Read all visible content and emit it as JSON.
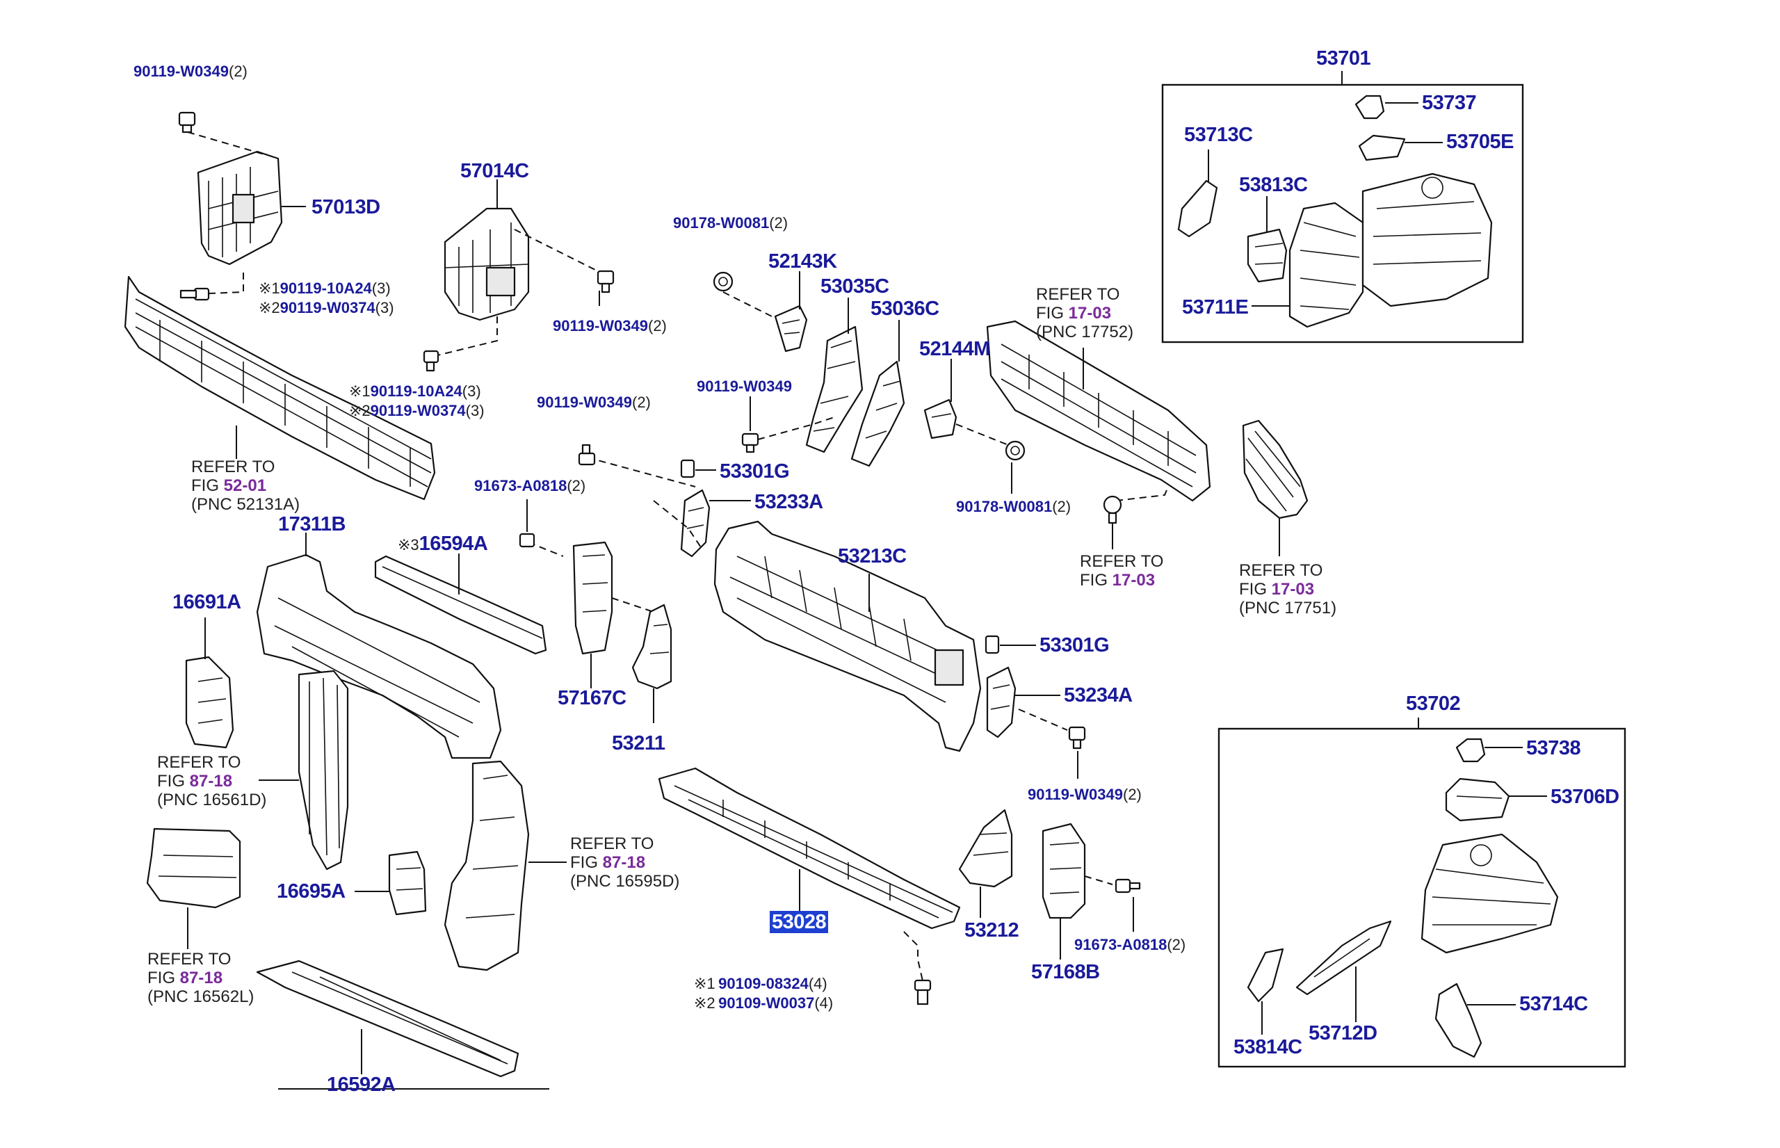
{
  "labels": {
    "p53701": "53701",
    "p53737": "53737",
    "p53713C": "53713C",
    "p53705E": "53705E",
    "p53813C": "53813C",
    "p53711E": "53711E",
    "p53702": "53702",
    "p53738": "53738",
    "p53706D": "53706D",
    "p53814C": "53814C",
    "p53712D": "53712D",
    "p53714C": "53714C",
    "p57013D": "57013D",
    "p57014C": "57014C",
    "p52143K": "52143K",
    "p53035C": "53035C",
    "p53036C": "53036C",
    "p52144M": "52144M",
    "p53301G_a": "53301G",
    "p53233A": "53233A",
    "p53213C": "53213C",
    "p53301G_b": "53301G",
    "p53234A": "53234A",
    "p17311B": "17311B",
    "p16594A": "16594A",
    "p16691A": "16691A",
    "p57167C": "57167C",
    "p53211": "53211",
    "p16695A": "16695A",
    "p53028": "53028",
    "p53212": "53212",
    "p57168B": "57168B",
    "p16592A": "16592A"
  },
  "fasteners": {
    "f1": {
      "pn": "90119-W0349",
      "qty": "(2)"
    },
    "f2a": {
      "mark": "※1",
      "pn": "90119-10A24",
      "qty": "(3)"
    },
    "f2b": {
      "mark": "※2",
      "pn": "90119-W0374",
      "qty": "(3)"
    },
    "f3": {
      "pn": "90119-W0349",
      "qty": "(2)"
    },
    "f4a": {
      "mark": "※1",
      "pn": "90119-10A24",
      "qty": "(3)"
    },
    "f4b": {
      "mark": "※2",
      "pn": "90119-W0374",
      "qty": "(3)"
    },
    "f5": {
      "pn": "90119-W0349",
      "qty": "(2)"
    },
    "f6": {
      "pn": "90178-W0081",
      "qty": "(2)"
    },
    "f7": {
      "pn": "90119-W0349",
      "qty": ""
    },
    "f8": {
      "pn": "91673-A0818",
      "qty": "(2)"
    },
    "f9": {
      "pn": "90178-W0081",
      "qty": "(2)"
    },
    "f10": {
      "pn": "90119-W0349",
      "qty": "(2)"
    },
    "f11": {
      "pn": "91673-A0818",
      "qty": "(2)"
    },
    "f12a": {
      "mark": "※1",
      "pn": "90109-08324",
      "qty": "(4)"
    },
    "f12b": {
      "mark": "※2",
      "pn": "90109-W0037",
      "qty": "(4)"
    },
    "f13": {
      "mark": "※3",
      "pn": "16594A"
    }
  },
  "refs": {
    "r1": {
      "line1": "REFER TO",
      "fig_prefix": "FIG ",
      "fig": "52-01",
      "pnc": "(PNC 52131A)"
    },
    "r2": {
      "line1": "REFER TO",
      "fig_prefix": "FIG ",
      "fig": "17-03",
      "pnc": "(PNC 17752)"
    },
    "r3": {
      "line1": "REFER TO",
      "fig_prefix": "FIG ",
      "fig": "17-03",
      "pnc": ""
    },
    "r4": {
      "line1": "REFER TO",
      "fig_prefix": "FIG ",
      "fig": "17-03",
      "pnc": "(PNC 17751)"
    },
    "r5": {
      "line1": "REFER TO",
      "fig_prefix": "FIG ",
      "fig": "87-18",
      "pnc": "(PNC 16561D)"
    },
    "r6": {
      "line1": "REFER TO",
      "fig_prefix": "FIG ",
      "fig": "87-18",
      "pnc": "(PNC 16595D)"
    },
    "r7": {
      "line1": "REFER TO",
      "fig_prefix": "FIG ",
      "fig": "87-18",
      "pnc": "(PNC 16562L)"
    }
  },
  "colors": {
    "part_number": "#1a1a9a",
    "fig_ref": "#7a2a9a",
    "highlight_bg": "#1e3fd0",
    "line": "#111111"
  }
}
